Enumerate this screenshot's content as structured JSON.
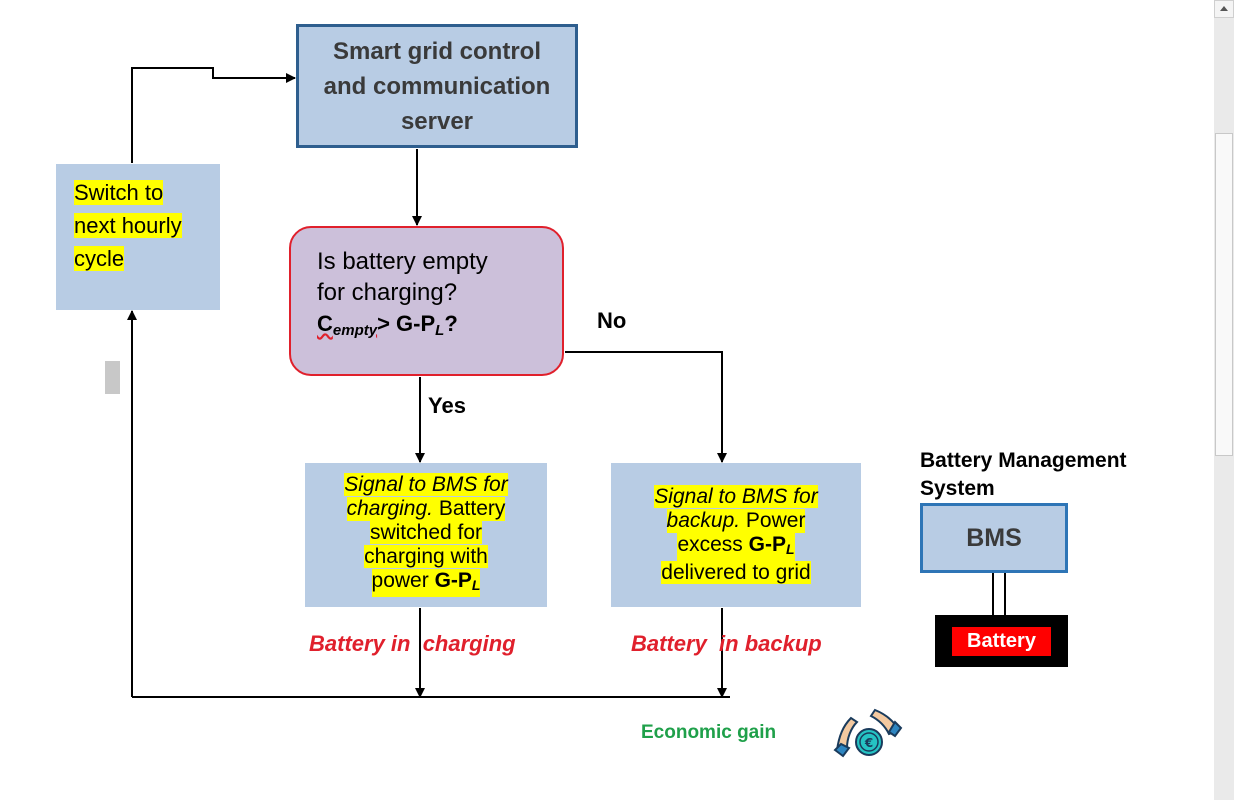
{
  "server_box": {
    "line1": "Smart grid control",
    "line2": "and communication",
    "line3": "server"
  },
  "switch_box": {
    "line1": "Switch to",
    "line2": "next hourly",
    "line3": "cycle"
  },
  "decision": {
    "line1": "Is battery empty",
    "line2": "for charging?",
    "cond_c": "C",
    "cond_sub": "empty",
    "cond_mid": "> G-P",
    "cond_L": "L",
    "cond_q": "?"
  },
  "labels": {
    "no": "No",
    "yes": "Yes"
  },
  "charge_box": {
    "l1": "Signal to BMS for",
    "l2_italic": "charging.",
    "l2_rest": " Battery",
    "l3": "switched for",
    "l4": "charging with",
    "l5_text": "power ",
    "l5_bold": "G-P",
    "l5_sub": "L"
  },
  "backup_box": {
    "l1": "Signal to BMS for",
    "l2_italic": "backup.",
    "l2_rest": " Power",
    "l3_text": "excess ",
    "l3_bold": "G-P",
    "l3_sub": "L",
    "l4": "delivered to grid"
  },
  "states": {
    "charging": "Battery in  charging",
    "backup": "Battery  in backup"
  },
  "gain": "Economic gain",
  "bms": {
    "title_line1": "Battery Management",
    "title_line2": "System",
    "label": "BMS",
    "battery": "Battery"
  },
  "colors": {
    "box_blue": "#b8cce4",
    "decision_purple": "#ccc0da",
    "state_red": "#e0202c",
    "gain_green": "#1fa04a",
    "highlight": "#ffff00"
  },
  "icons": [
    "arrow-icon",
    "money-hands-icon"
  ]
}
